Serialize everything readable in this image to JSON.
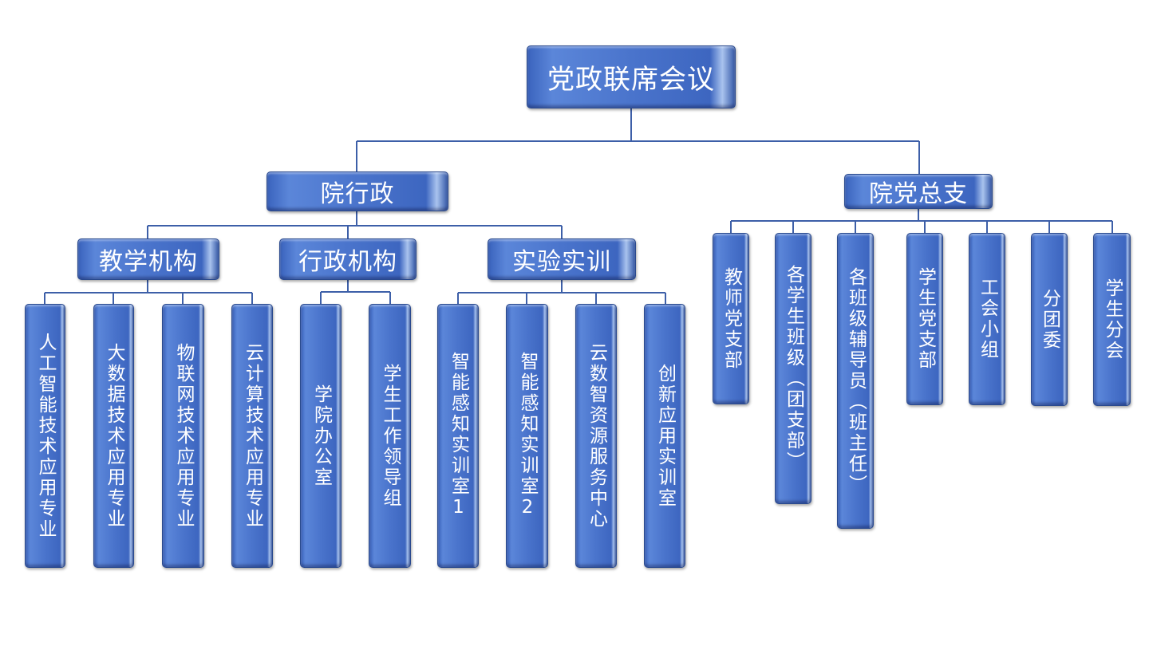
{
  "root": "党政联席会议",
  "admin": {
    "label": "院行政",
    "groups": [
      {
        "label": "教学机构",
        "children": [
          "人工智能技术应用专业",
          "大数据技术应用专业",
          "物联网技术应用专业",
          "云计算技术应用专业"
        ]
      },
      {
        "label": "行政机构",
        "children": [
          "学院办公室",
          "学生工作领导组"
        ]
      },
      {
        "label": "实验实训",
        "children": [
          "智能感知实训室1",
          "智能感知实训室2",
          "云数智资源服务中心",
          "创新应用实训室"
        ]
      }
    ]
  },
  "party": {
    "label": "院党总支",
    "children": [
      "教师党支部",
      "各学生班级（团支部）",
      "各班级辅导员（班主任）",
      "学生党支部",
      "工会小组",
      "分团委",
      "学生分会"
    ]
  },
  "colors": {
    "box": "#4a74cc",
    "line": "#3d5fa8"
  }
}
